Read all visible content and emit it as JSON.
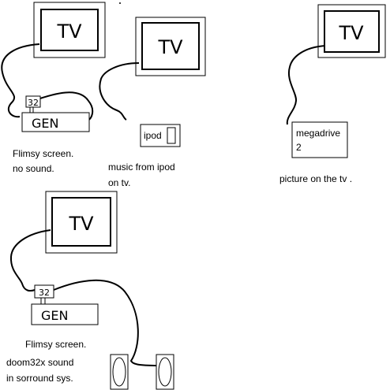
{
  "tv_label": "TV",
  "scenario_1": {
    "box_top": "32",
    "box_bottom": "GEN",
    "caption_line1": "Flimsy screen.",
    "caption_line2": "no sound."
  },
  "scenario_2": {
    "device": "ipod",
    "caption_line1": "music from ipod",
    "caption_line2": "on tv."
  },
  "scenario_3": {
    "device_line1": "megadrive",
    "device_line2": "2",
    "caption": "picture on the tv ."
  },
  "scenario_4": {
    "box_top": "32",
    "box_bottom": "GEN",
    "caption_line1": "Flimsy screen.",
    "caption_line2": "doom32x sound",
    "caption_line3": "in sorround sys."
  }
}
